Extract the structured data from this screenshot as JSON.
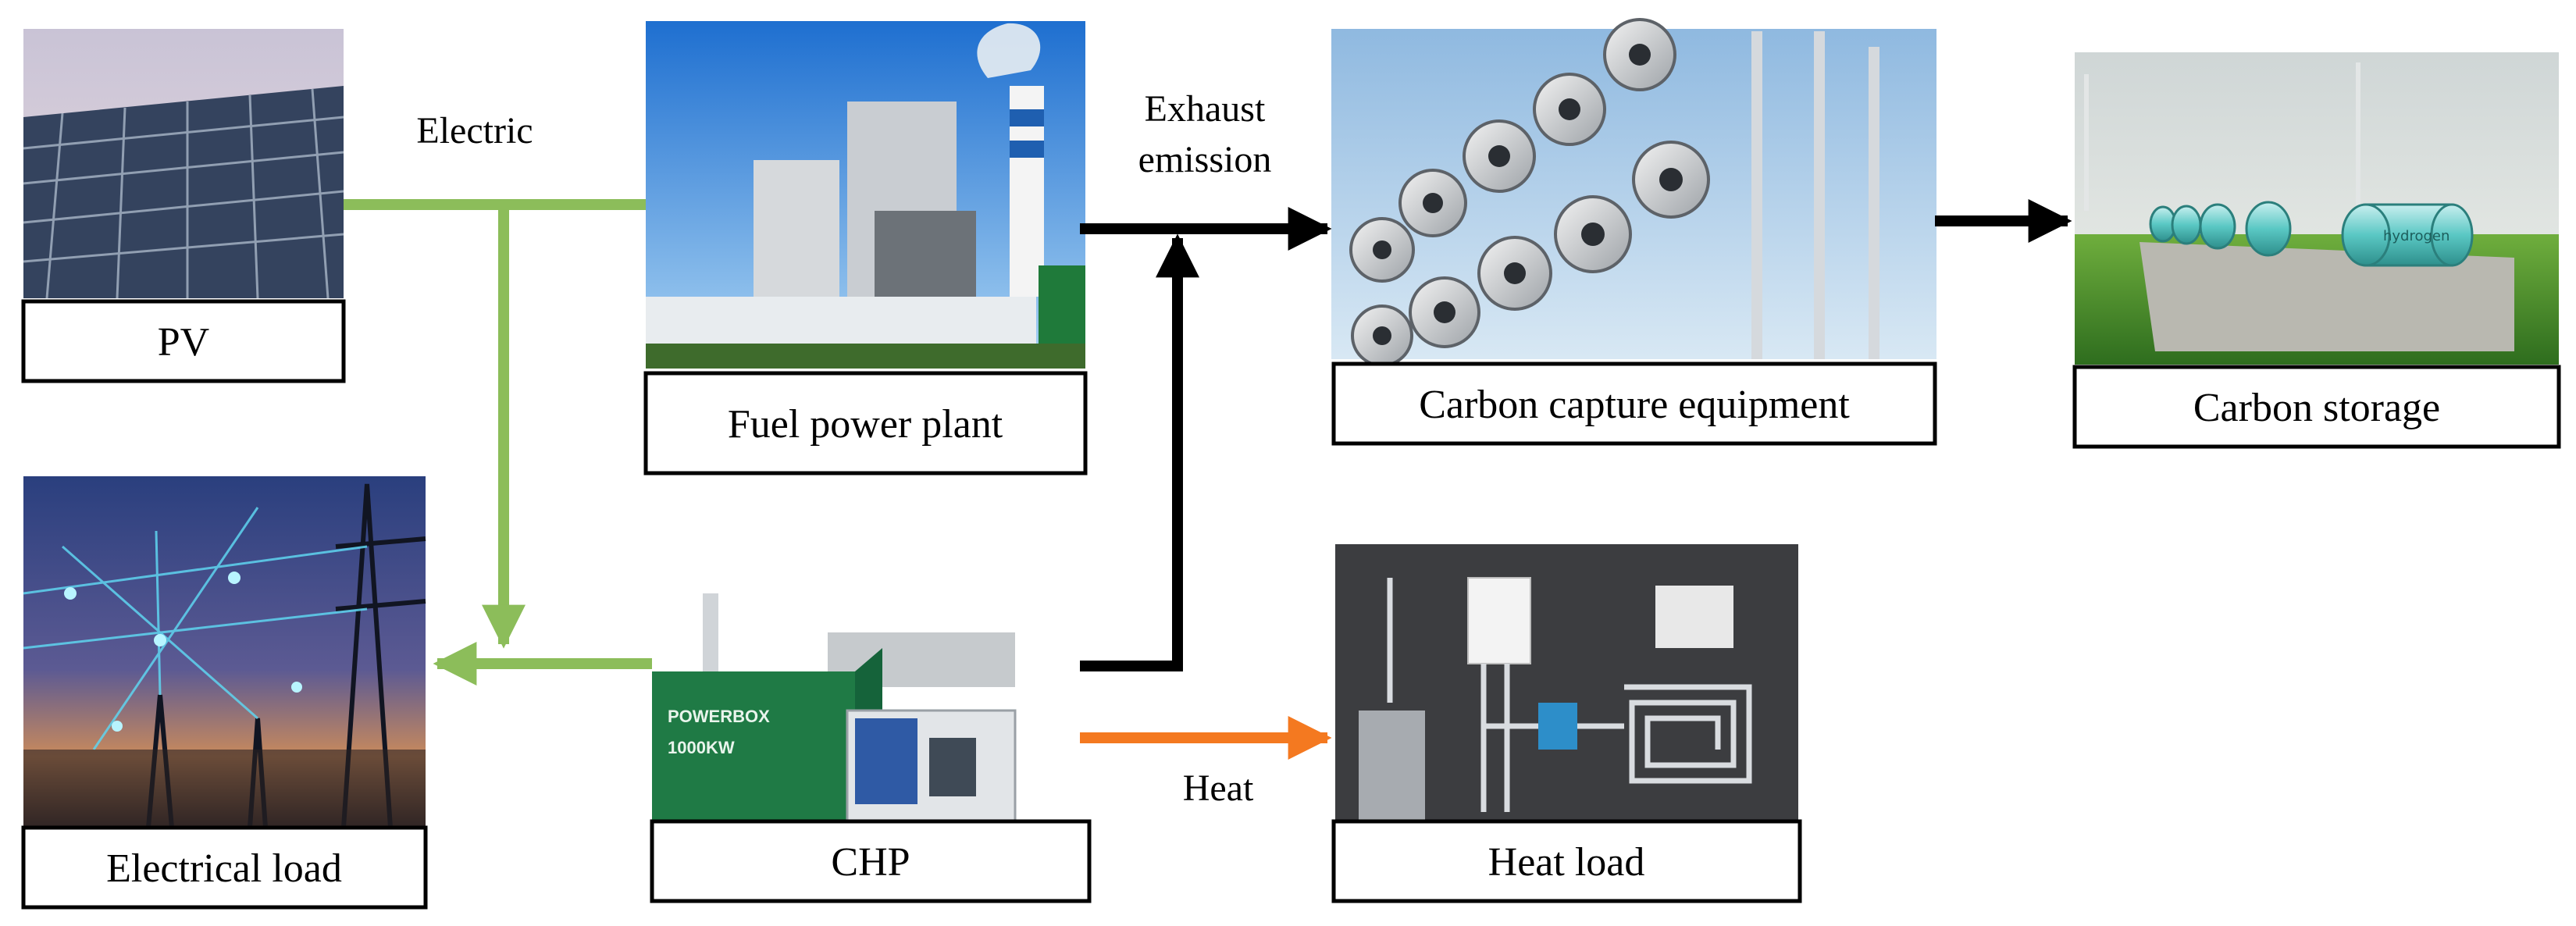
{
  "nodes": {
    "pv": {
      "label": "PV"
    },
    "fuel_plant": {
      "label": "Fuel power plant"
    },
    "carbon_capture": {
      "label": "Carbon capture equipment"
    },
    "carbon_storage": {
      "label": "Carbon storage"
    },
    "electrical_load": {
      "label": "Electrical load"
    },
    "chp": {
      "label": "CHP"
    },
    "heat_load": {
      "label": "Heat load"
    }
  },
  "flows": {
    "electric": "Electric",
    "exhaust_line1": "Exhaust",
    "exhaust_line2": "emission",
    "heat": "Heat"
  },
  "photo_text": {
    "chp_brand": "POWERBOX",
    "chp_rating": "1000KW",
    "tank_label": "hydrogen"
  },
  "colors": {
    "electric": "#8cbd5a",
    "heat": "#f47920",
    "exhaust": "#000000",
    "box_border": "#000000"
  }
}
